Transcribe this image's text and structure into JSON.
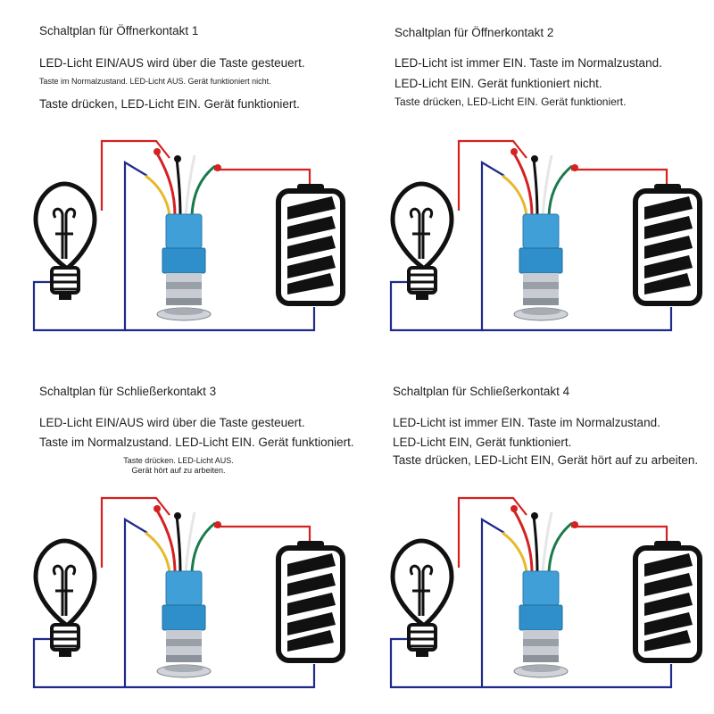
{
  "panels": [
    {
      "title": "Schaltplan für Öffnerkontakt 1",
      "lines": [
        "LED-Licht EIN/AUS wird über die Taste gesteuert.",
        "Taste im Normalzustand. LED-Licht AUS. Gerät funktioniert nicht.",
        "Taste drücken, LED-Licht EIN. Gerät funktioniert."
      ]
    },
    {
      "title": "Schaltplan für Öffnerkontakt 2",
      "lines": [
        "LED-Licht ist immer EIN. Taste im Normalzustand.",
        "LED-Licht EIN. Gerät funktioniert nicht.",
        "Taste drücken, LED-Licht EIN. Gerät funktioniert."
      ]
    },
    {
      "title": "Schaltplan für Schließerkontakt 3",
      "lines": [
        "LED-Licht EIN/AUS wird über die Taste gesteuert.",
        "Taste im Normalzustand. LED-Licht EIN. Gerät funktioniert.",
        "Taste drücken. LED-Licht AUS.",
        "Gerät hört auf zu arbeiten."
      ]
    },
    {
      "title": "Schaltplan für Schließerkontakt 4",
      "lines": [
        "LED-Licht ist immer EIN. Taste im Normalzustand.",
        "LED-Licht EIN, Gerät funktioniert.",
        "Taste drücken, LED-Licht EIN, Gerät hört auf zu arbeiten."
      ]
    }
  ],
  "colors": {
    "red_wire": "#d42121",
    "blue_wire": "#1f2a8c",
    "yellow_wire": "#e8b82a",
    "black_wire": "#111111",
    "white_wire": "#e6e6e6",
    "green_wire": "#1a7a4a",
    "connector": "#3f9fd6",
    "metal": "#b8bcc2"
  },
  "icons": [
    "bulb-icon",
    "battery-icon",
    "push-button-switch"
  ]
}
